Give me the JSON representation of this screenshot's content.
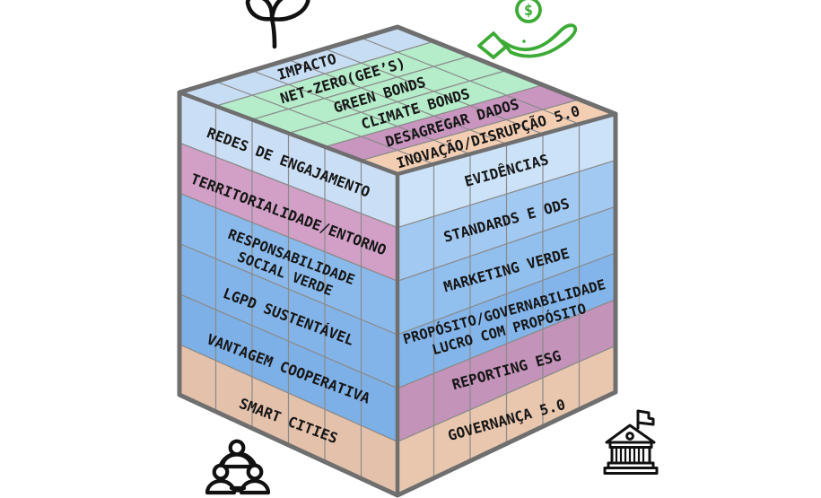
{
  "cube": {
    "top_face": {
      "rows": [
        {
          "label": "IMPACTO",
          "color": "#c7ddf4"
        },
        {
          "label": "NET-ZERO(GEE’S)",
          "color": "#b5ecca"
        },
        {
          "label": "GREEN BONDS",
          "color": "#b5ecca"
        },
        {
          "label": "CLIMATE BONDS",
          "color": "#b5ecca"
        },
        {
          "label": "DESAGREGAR DADOS",
          "color": "#c996bf"
        },
        {
          "label": "INOVAÇÃO/DISRUPÇÃO 5.0",
          "color": "#f3ceb3"
        }
      ]
    },
    "left_face": {
      "rows": [
        {
          "label": "REDES DE ENGAJAMENTO",
          "color": "#cadff5"
        },
        {
          "label": "TERRITORIALIDADE/ENTORNO",
          "color": "#d2a0c7"
        },
        {
          "label": "RESPONSABILIDADE",
          "label2": "SOCIAL VERDE",
          "color": "#8abaec"
        },
        {
          "label": "LGPD SUSTENTÁVEL",
          "color": "#83b4e9"
        },
        {
          "label": "VANTAGEM COOPERATIVA",
          "color": "#7db0e6"
        },
        {
          "label": "SMART CITIES",
          "color": "#e4c1ab"
        }
      ]
    },
    "right_face": {
      "rows": [
        {
          "label": "EVIDÊNCIAS",
          "color": "#cbe2f8"
        },
        {
          "label": "STANDARDS E ODS",
          "color": "#a2c9f1"
        },
        {
          "label": "MARKETING VERDE",
          "color": "#91bfee"
        },
        {
          "label": "PROPÓSITO/GOVERNABILIDADE",
          "label2": "LUCRO COM PROPÓSITO",
          "color": "#83b5ea"
        },
        {
          "label": "REPORTING ESG",
          "color": "#c393b9"
        },
        {
          "label": "GOVERNANÇA 5.0",
          "color": "#e9c6ae"
        }
      ]
    }
  },
  "icons": {
    "sprout": "sprout-seedling-icon",
    "hand_dollar": {
      "name": "hand-receiving-dollar-icon",
      "symbol": "$",
      "color": "#3cab36"
    },
    "people_network": "people-network-icon",
    "bank": "bank-institution-icon"
  },
  "colors": {
    "background": "#ffffff",
    "grid_line": "#8b8b8b",
    "edge": "#6f6f6f",
    "text": "#161616",
    "icon": "#111111"
  }
}
